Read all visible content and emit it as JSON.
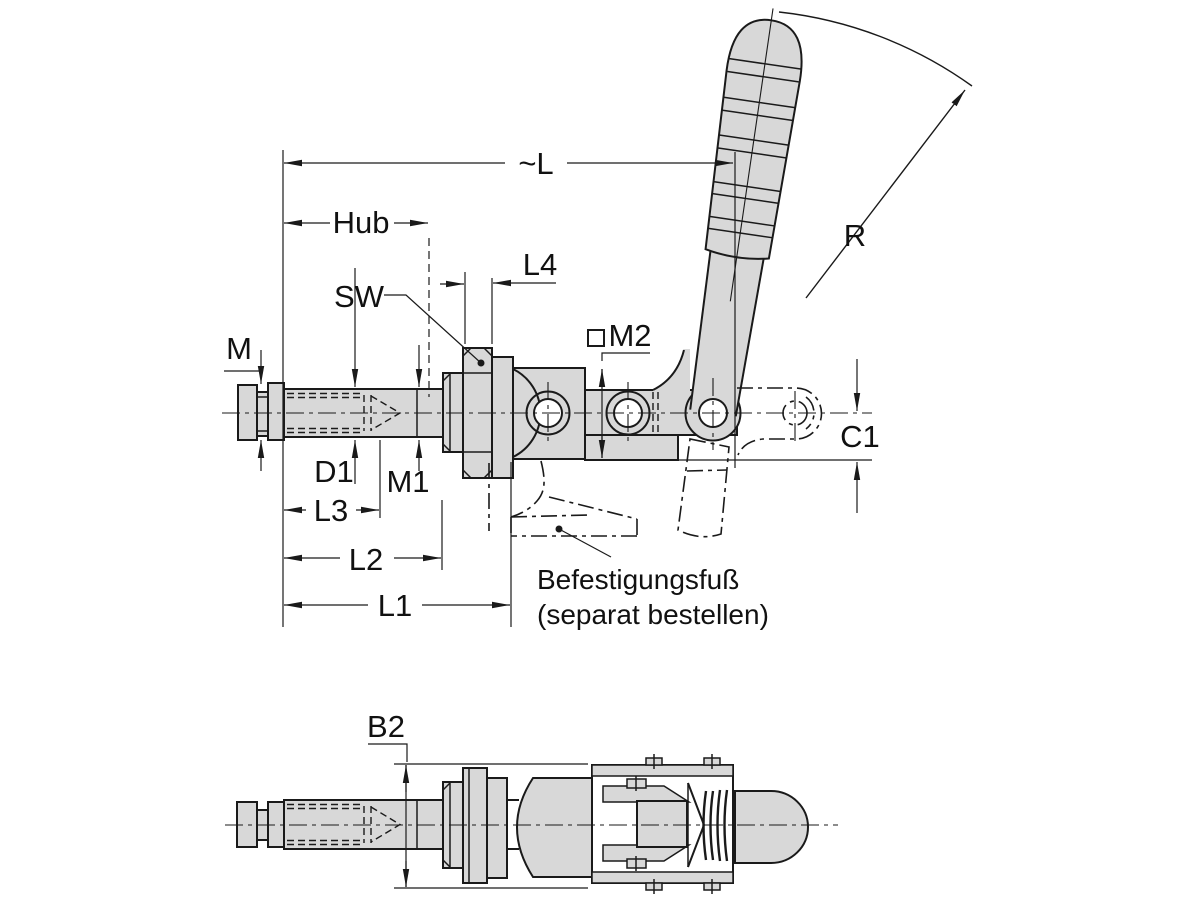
{
  "colors": {
    "background": "#ffffff",
    "part_fill": "#d8d8d8",
    "line": "#1a1a1a"
  },
  "labels": {
    "length_total": "~L",
    "stroke_travel": "Hub",
    "l4": "L4",
    "wrench_size": "SW",
    "thread_m": "M",
    "square_thread_m2": "M2",
    "swing_radius": "R",
    "c1": "C1",
    "d1": "D1",
    "m1": "M1",
    "l3": "L3",
    "l2": "L2",
    "l1": "L1",
    "b2": "B2"
  },
  "note": {
    "line1": "Befestigungsfuß",
    "line2": "(separat bestellen)"
  }
}
